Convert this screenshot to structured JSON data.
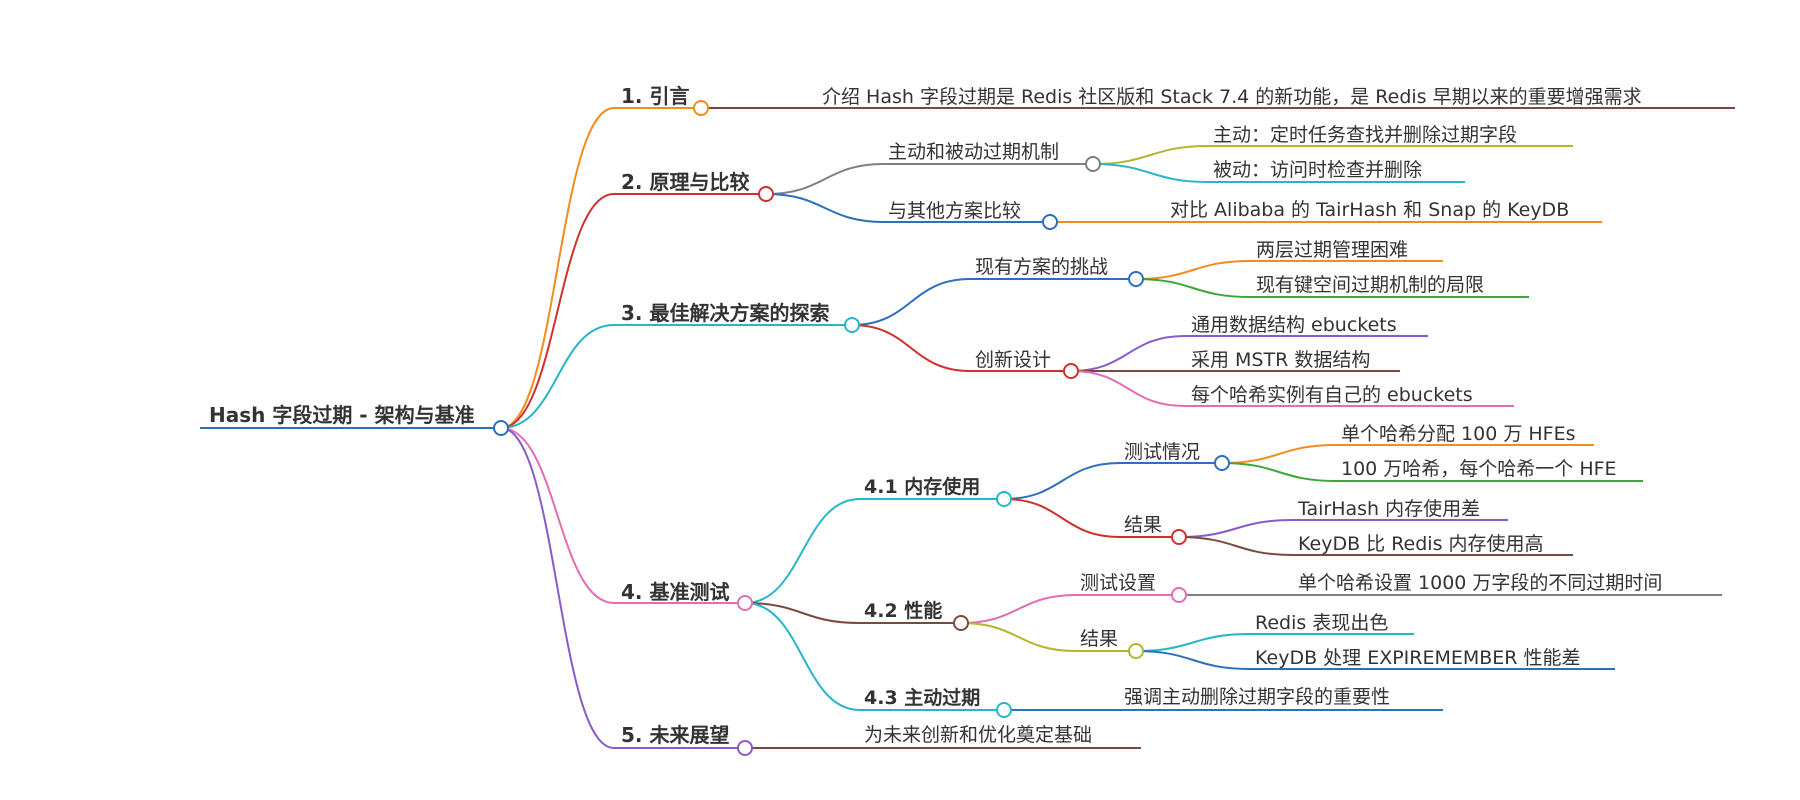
{
  "root": "Hash 字段过期 - 架构与基准",
  "nodes": {
    "intro": "1. 引言",
    "intro_desc": "介绍 Hash 字段过期是 Redis 社区版和 Stack 7.4 的新功能，是 Redis 早期以来的重要增强需求",
    "principle": "2. 原理与比较",
    "mechanism": "主动和被动过期机制",
    "active": "主动：定时任务查找并删除过期字段",
    "passive": "被动：访问时检查并删除",
    "compare": "与其他方案比较",
    "compare_desc": "对比 Alibaba 的 TairHash 和 Snap 的 KeyDB",
    "explore": "3. 最佳解决方案的探索",
    "challenge": "现有方案的挑战",
    "challenge_1": "两层过期管理困难",
    "challenge_2": "现有键空间过期机制的局限",
    "innovation": "创新设计",
    "innovation_1": "通用数据结构 ebuckets",
    "innovation_2": "采用 MSTR 数据结构",
    "innovation_3": "每个哈希实例有自己的 ebuckets",
    "benchmark": "4. 基准测试",
    "memory": "4.1 内存使用",
    "mem_test": "测试情况",
    "mem_test_1": "单个哈希分配 100 万 HFEs",
    "mem_test_2": "100 万哈希，每个哈希一个 HFE",
    "mem_result": "结果",
    "mem_result_1": "TairHash 内存使用差",
    "mem_result_2": "KeyDB 比 Redis 内存使用高",
    "perf": "4.2 性能",
    "perf_setup": "测试设置",
    "perf_setup_1": "单个哈希设置 1000 万字段的不同过期时间",
    "perf_result": "结果",
    "perf_result_1": "Redis 表现出色",
    "perf_result_2": "KeyDB 处理 EXPIREMEMBER 性能差",
    "active_exp": "4.3 主动过期",
    "active_exp_desc": "强调主动删除过期字段的重要性",
    "future": "5. 未来展望",
    "future_desc": "为未来创新和优化奠定基础"
  },
  "colors": {
    "root": "#2c6fbb",
    "intro": "#f28c1c",
    "principle": "#d0302c",
    "explore": "#26b6c9",
    "benchmark": "#e36db5",
    "future": "#8b5ac9",
    "gray": "#7f7f7f",
    "olive": "#b3b52a",
    "blue": "#2c6fbb",
    "green": "#3aa53a",
    "purple": "#8b5ac9",
    "brown": "#7b4a3f",
    "cyan": "#26b6c9"
  }
}
